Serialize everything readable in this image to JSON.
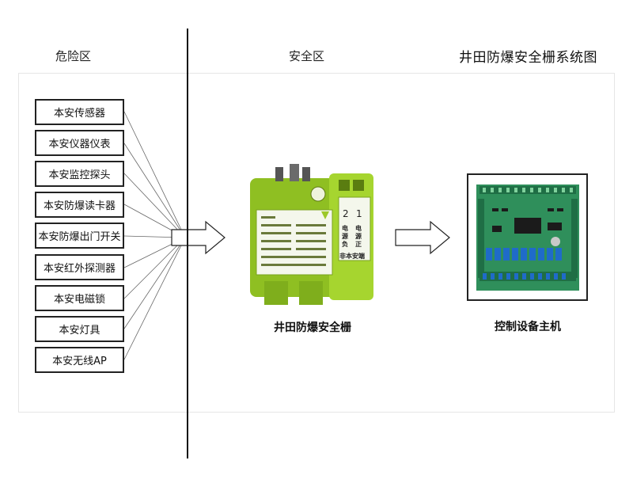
{
  "zones": {
    "hazardous": "危险区",
    "safe": "安全区"
  },
  "title": "井田防爆安全栅系统图",
  "devices": [
    {
      "label": "本安传感器"
    },
    {
      "label": "本安仪器仪表"
    },
    {
      "label": "本安监控探头"
    },
    {
      "label": "本安防爆读卡器"
    },
    {
      "label": "本安防爆出门开关"
    },
    {
      "label": "本安红外探测器"
    },
    {
      "label": "本安电磁锁"
    },
    {
      "label": "本安灯具"
    },
    {
      "label": "本安无线AP"
    }
  ],
  "barrier": {
    "caption": "井田防爆安全栅",
    "terminals": [
      "2",
      "1"
    ],
    "polarity": [
      "电源负",
      "电源正"
    ],
    "side_label": "非本安端",
    "colors": {
      "body": "#9ccc2a",
      "body_dark": "#7fae1c",
      "label": "#f4f7ec"
    }
  },
  "controller": {
    "caption": "控制设备主机",
    "colors": {
      "pcb": "#2f8f5b",
      "relay": "#1f6bc9"
    }
  }
}
